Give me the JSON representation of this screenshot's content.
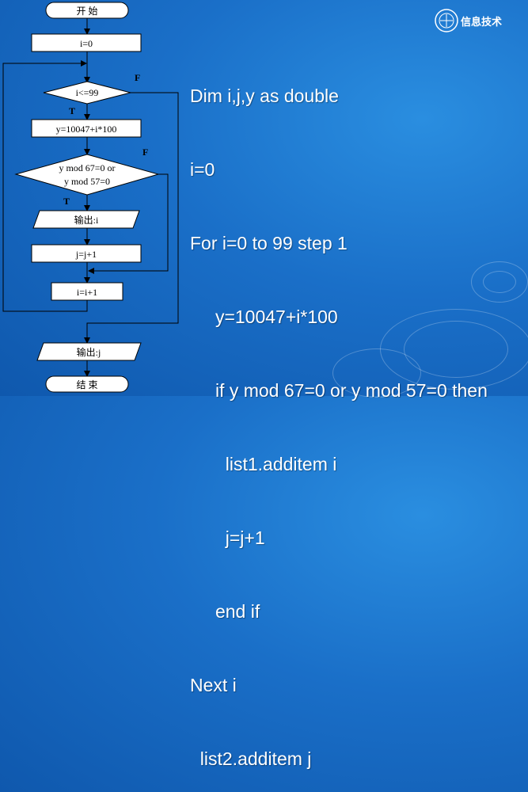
{
  "logo": {
    "text": "信息技术"
  },
  "flowchart": {
    "start": "开 始",
    "init": "i=0",
    "loop_cond": "i<=99",
    "compute": "y=10047+i*100",
    "test_line1": "y mod 67=0 or",
    "test_line2": "y mod 57=0",
    "output_i": "输出:i",
    "incr_j": "j=j+1",
    "incr_i": "i=i+1",
    "output_j": "输出:j",
    "end": "结 束",
    "true_label": "T",
    "false_label": "F"
  },
  "code_lines": [
    "Dim i,j,y as double",
    "i=0",
    "For i=0 to 99 step 1",
    "     y=10047+i*100",
    "     if y mod 67=0 or y mod 57=0 then",
    "       list1.additem i",
    "       j=j+1",
    "     end if",
    "Next i",
    "  list2.additem j"
  ]
}
